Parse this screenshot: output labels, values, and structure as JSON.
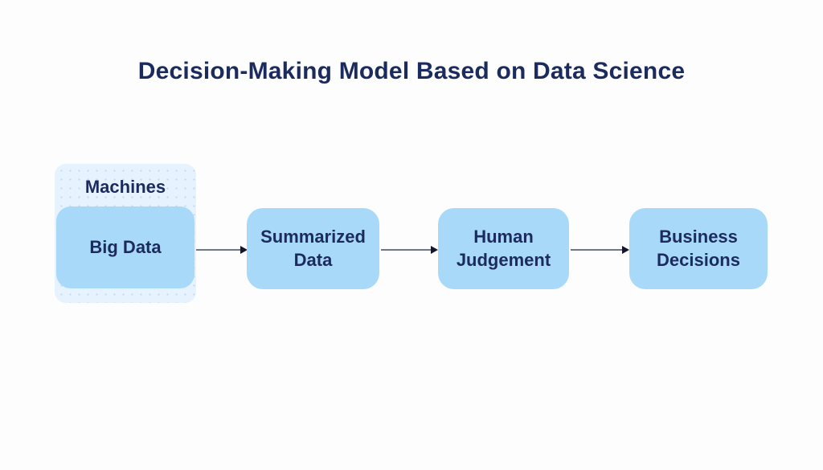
{
  "title": "Decision-Making Model Based on Data Science",
  "group": {
    "label": "Machines"
  },
  "nodes": [
    {
      "label": "Big Data"
    },
    {
      "label": "Summarized Data"
    },
    {
      "label": "Human Judgement"
    },
    {
      "label": "Business Decisions"
    }
  ],
  "connections": [
    {
      "from": "Big Data",
      "to": "Summarized Data"
    },
    {
      "from": "Summarized Data",
      "to": "Human Judgement"
    },
    {
      "from": "Human Judgement",
      "to": "Business Decisions"
    }
  ],
  "colors": {
    "background": "#fdfdfd",
    "title_text": "#1b2b5e",
    "node_fill": "#a9d9f8",
    "node_text": "#1b2b5e",
    "group_fill": "#e6f2fd",
    "arrow_line": "#6f7787",
    "arrow_head": "#14142b"
  }
}
